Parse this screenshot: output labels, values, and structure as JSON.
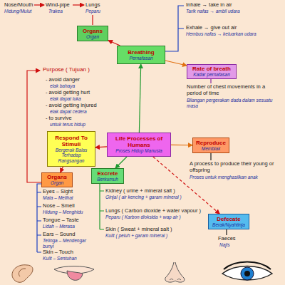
{
  "diagram": {
    "nodes": [
      {
        "text": [
          "Organs",
          "Organ"
        ]
      },
      {
        "text": [
          "Breathing",
          "Pernafasan"
        ]
      },
      {
        "text": [
          "Rate of breath",
          "Kadar pernafasan"
        ]
      },
      {
        "text": [
          "Respond To Stimuli",
          "Bergerak Balas Terhadap Rangsangan"
        ]
      },
      {
        "text": [
          "Life Processes of Humans",
          "Proses Hidup Manusia"
        ]
      },
      {
        "text": [
          "Reproduce",
          "Membiak"
        ]
      },
      {
        "text": [
          "Organs",
          "Organ"
        ]
      },
      {
        "text": [
          "Excrete",
          "Berkumuh"
        ]
      },
      {
        "text": [
          "Defecate",
          "Berak/Nyahtinja"
        ]
      }
    ],
    "edges": [
      {
        "from": 4,
        "to": 1,
        "arrow": "to"
      },
      {
        "from": 1,
        "to": 0,
        "arrow": "to"
      },
      {
        "from": 1,
        "to": 2,
        "arrow": "to"
      },
      {
        "from": 4,
        "to": 3,
        "arrow": "to"
      },
      {
        "from": 4,
        "to": 5,
        "arrow": "to"
      },
      {
        "from": 4,
        "to": 7,
        "arrow": "to"
      },
      {
        "from": 4,
        "to": 8,
        "arrow": "to"
      },
      {
        "from": 3,
        "to": 6,
        "arrow": "to"
      }
    ],
    "labels": [
      "Nose/Mouth",
      "Hidung/Mulut",
      "Wind-pipe",
      "Trakea",
      "Lungs",
      "Peparu",
      "Inhale → take in air",
      "Tarik nafas → ambil udara",
      "Exhale → give out air",
      "Hembus nafas → keluarkan udara",
      "Number of chest movements in a period of time",
      "Bilangan pergerakan dada dalam sesuatu masa",
      "Purpose ( Tujuan )",
      "- avoid danger",
      "elak bahaya",
      "- avoid getting hurt",
      "elak dapat luka",
      "- avoid getting injured",
      "elak dapat cedera",
      "- to survive",
      "untuk terus hidup",
      "A process to produce their young or offspring",
      "Proses untuk menghasilkan anak",
      "Eyes – Sight",
      "Mata – Melihat",
      "Nose – Smell",
      "Hidung – Menghidu",
      "Tongue – Taste",
      "Lidah – Merasa",
      "Ears – Sound",
      "Telinga – Mendengar bunyi",
      "Skin – Touch",
      "Kulit – Sentuhan",
      "Kidney ( urine + mineral salt )",
      "Ginjal ( air kencing + garam mineral )",
      "Lungs ( Carbon dioxide + water vapour )",
      "Peparu ( Karbon dioksida + wap air )",
      "Skin ( Sweat + mineral salt )",
      "Kulit ( peluh + garam mineral )",
      "Faeces",
      "Najis"
    ]
  }
}
